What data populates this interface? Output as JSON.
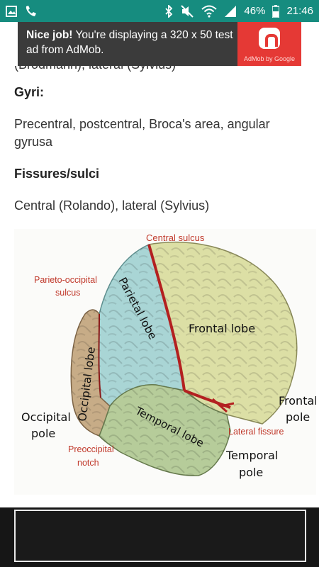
{
  "status_bar": {
    "battery": "46%",
    "time": "21:46",
    "icons": [
      "image-icon",
      "phone-icon",
      "bluetooth-icon",
      "mute-icon",
      "wifi-icon",
      "signal-icon",
      "battery-icon"
    ]
  },
  "ad": {
    "bold": "Nice job!",
    "text": " You're displaying a 320 x 50 test ad from AdMob.",
    "brand": "AdMob by Google"
  },
  "content": {
    "cut_text": "(Brodmann), lateral (Sylvius)",
    "gyri_heading": "Gyri:",
    "gyri_text": "Precentral, postcentral, Broca's area, angular gyrusa",
    "fissures_heading": "Fissures/sulci",
    "fissures_text": "Central (Rolando), lateral (Sylvius)"
  },
  "figure": {
    "labels": {
      "central_sulcus": "Central sulcus",
      "parieto_occipital_1": "Parieto-occipital",
      "parieto_occipital_2": "sulcus",
      "parietal_lobe": "Parietal lobe",
      "frontal_lobe": "Frontal lobe",
      "occipital_lobe": "Occipital lobe",
      "occipital_pole_1": "Occipital",
      "occipital_pole_2": "pole",
      "frontal_pole_1": "Frontal",
      "frontal_pole_2": "pole",
      "temporal_lobe": "Temporal lobe",
      "preoccipital_1": "Preoccipital",
      "preoccipital_2": "notch",
      "lateral_fissure": "Lateral fissure",
      "temporal_pole_1": "Temporal",
      "temporal_pole_2": "pole"
    },
    "colors": {
      "frontal": "#dcdfa5",
      "parietal": "#a9d5d5",
      "occipital": "#c7ac87",
      "temporal": "#b6cc9a",
      "fissure": "#b32020",
      "label_red": "#c0392b"
    }
  }
}
